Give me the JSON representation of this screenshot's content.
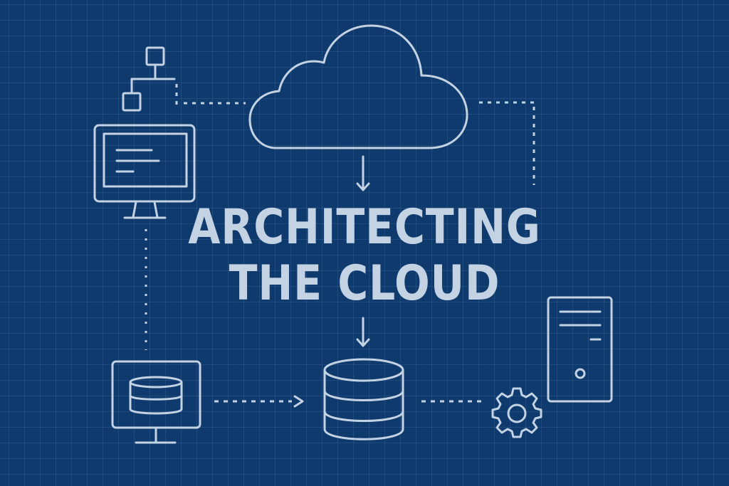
{
  "title": {
    "line1": "ARCHITECTING",
    "line2": "THE CLOUD"
  },
  "colors": {
    "background": "#0e3a6e",
    "stroke": "#c4d3e3",
    "grid": "#3a5f8f"
  },
  "nodes": [
    {
      "id": "hierarchy",
      "icon": "hierarchy-icon"
    },
    {
      "id": "desktop-monitor",
      "icon": "monitor-icon"
    },
    {
      "id": "cloud",
      "icon": "cloud-icon"
    },
    {
      "id": "database-monitor",
      "icon": "database-monitor-icon"
    },
    {
      "id": "database",
      "icon": "database-icon"
    },
    {
      "id": "gear",
      "icon": "gear-icon"
    },
    {
      "id": "server-tower",
      "icon": "server-icon"
    }
  ],
  "connectors": [
    {
      "from": "hierarchy",
      "to": "cloud",
      "style": "dotted"
    },
    {
      "from": "cloud",
      "to": "right-branch",
      "style": "dotted"
    },
    {
      "from": "cloud",
      "to": "title",
      "style": "arrow"
    },
    {
      "from": "title",
      "to": "database",
      "style": "arrow"
    },
    {
      "from": "desktop-monitor",
      "to": "database-monitor",
      "style": "dotted"
    },
    {
      "from": "database-monitor",
      "to": "database",
      "style": "dotted-arrow"
    },
    {
      "from": "database",
      "to": "gear",
      "style": "dotted"
    }
  ]
}
